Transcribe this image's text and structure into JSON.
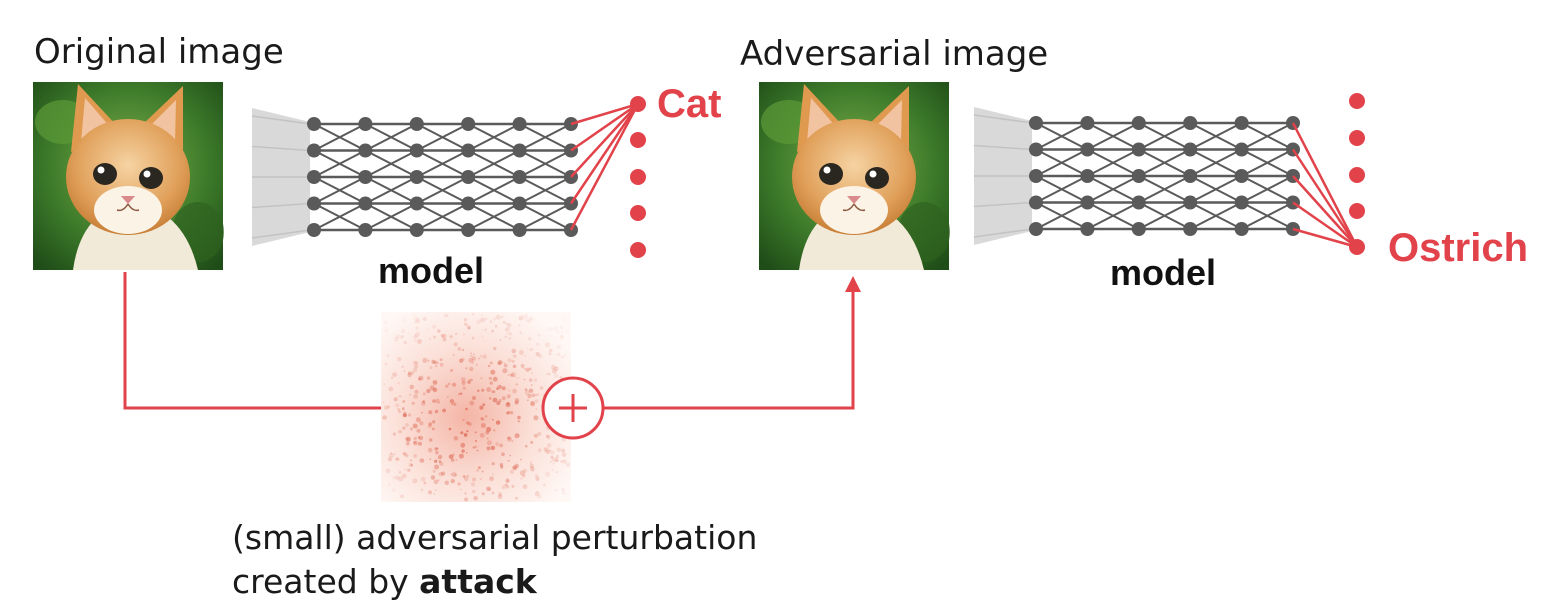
{
  "original": {
    "title": "Original image",
    "model_label": "model",
    "prediction": "Cat"
  },
  "adversarial": {
    "title": "Adversarial image",
    "model_label": "model",
    "prediction": "Ostrich"
  },
  "perturbation": {
    "caption_line1": "(small) adversarial perturbation",
    "caption_prefix": "created by ",
    "caption_bold": "attack"
  },
  "colors": {
    "accent": "#e2434b",
    "network": "#5a5a5a",
    "funnel": "#d9d9d9"
  },
  "icons": {
    "combine": "plus-circle-icon"
  }
}
